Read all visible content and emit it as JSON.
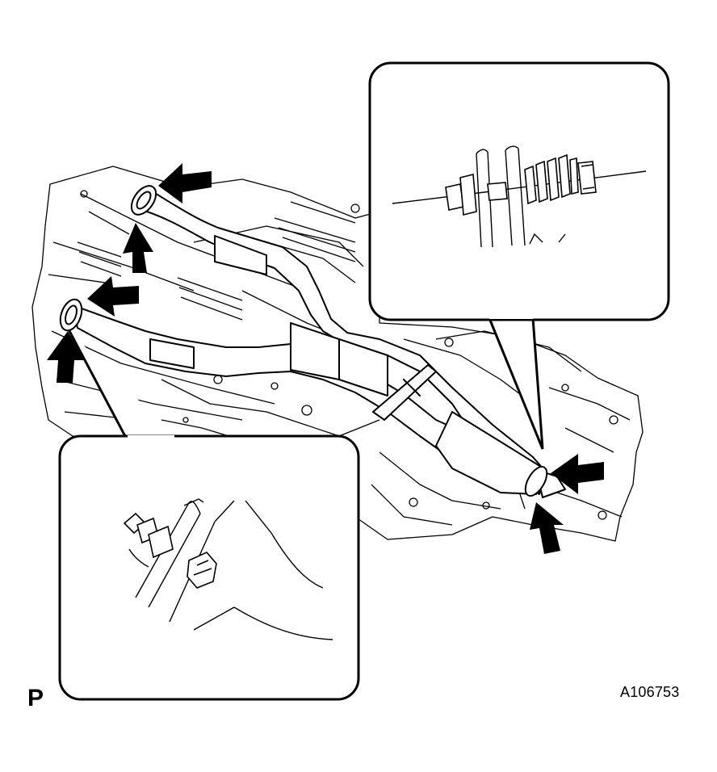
{
  "labels": {
    "view_code": "P",
    "figure_id": "A106753"
  },
  "colors": {
    "line": "#000000",
    "background": "#ffffff"
  },
  "callouts": [
    {
      "name": "upper-inset-detail",
      "content": "bolt-with-spring"
    },
    {
      "name": "lower-inset-detail",
      "content": "stud-bolt-and-nut"
    }
  ],
  "arrows": [
    {
      "name": "arrow-front-upper-flange-a"
    },
    {
      "name": "arrow-front-upper-flange-b"
    },
    {
      "name": "arrow-front-lower-flange-a"
    },
    {
      "name": "arrow-front-lower-flange-b"
    },
    {
      "name": "arrow-rear-flange-a"
    },
    {
      "name": "arrow-rear-flange-b"
    }
  ]
}
